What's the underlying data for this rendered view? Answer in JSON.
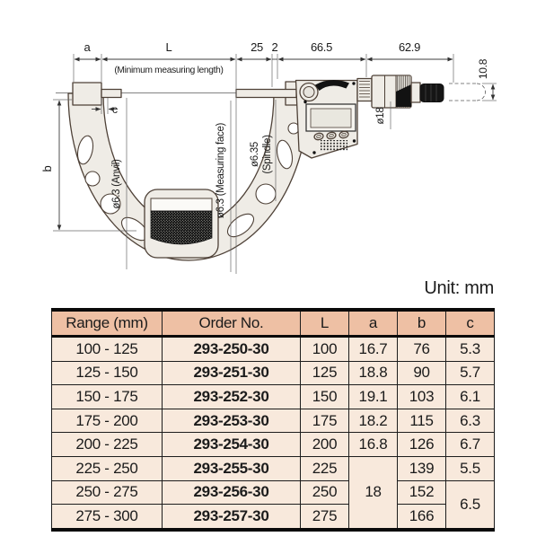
{
  "unit_label": "Unit: mm",
  "diagram": {
    "dim_a": "a",
    "dim_L": "L",
    "min_measuring": "(Minimum measuring length)",
    "dim_25": "25",
    "dim_2": "2",
    "dim_66_5": "66.5",
    "dim_62_9": "62.9",
    "dim_10_8": "10.8",
    "dim_b": "b",
    "dim_c": "c",
    "label_anvil": "ø6.3 (Anvil)",
    "label_measuring_face": "ø6.3 (Measuring face)",
    "label_spindle_dia": "ø6.35",
    "label_spindle": "(Spindle)",
    "label_phi18": "ø18"
  },
  "table": {
    "headers": [
      "Range (mm)",
      "Order No.",
      "L",
      "a",
      "b",
      "c"
    ],
    "rows": [
      [
        {
          "t": "100 - 125",
          "n": "range-cell"
        },
        {
          "t": "293-250-30",
          "n": "order-no-cell",
          "bold": true
        },
        {
          "t": "100",
          "n": "L-cell"
        },
        {
          "t": "16.7",
          "n": "a-cell"
        },
        {
          "t": "76",
          "n": "b-cell"
        },
        {
          "t": "5.3",
          "n": "c-cell"
        }
      ],
      [
        {
          "t": "125 - 150",
          "n": "range-cell"
        },
        {
          "t": "293-251-30",
          "n": "order-no-cell",
          "bold": true
        },
        {
          "t": "125",
          "n": "L-cell"
        },
        {
          "t": "18.8",
          "n": "a-cell"
        },
        {
          "t": "90",
          "n": "b-cell"
        },
        {
          "t": "5.7",
          "n": "c-cell"
        }
      ],
      [
        {
          "t": "150 - 175",
          "n": "range-cell"
        },
        {
          "t": "293-252-30",
          "n": "order-no-cell",
          "bold": true
        },
        {
          "t": "150",
          "n": "L-cell"
        },
        {
          "t": "19.1",
          "n": "a-cell"
        },
        {
          "t": "103",
          "n": "b-cell"
        },
        {
          "t": "6.1",
          "n": "c-cell"
        }
      ],
      [
        {
          "t": "175 - 200",
          "n": "range-cell"
        },
        {
          "t": "293-253-30",
          "n": "order-no-cell",
          "bold": true
        },
        {
          "t": "175",
          "n": "L-cell"
        },
        {
          "t": "18.2",
          "n": "a-cell"
        },
        {
          "t": "115",
          "n": "b-cell"
        },
        {
          "t": "6.3",
          "n": "c-cell"
        }
      ],
      [
        {
          "t": "200 - 225",
          "n": "range-cell"
        },
        {
          "t": "293-254-30",
          "n": "order-no-cell",
          "bold": true
        },
        {
          "t": "200",
          "n": "L-cell"
        },
        {
          "t": "16.8",
          "n": "a-cell"
        },
        {
          "t": "126",
          "n": "b-cell"
        },
        {
          "t": "6.7",
          "n": "c-cell"
        }
      ],
      [
        {
          "t": "225 - 250",
          "n": "range-cell"
        },
        {
          "t": "293-255-30",
          "n": "order-no-cell",
          "bold": true
        },
        {
          "t": "225",
          "n": "L-cell"
        },
        {
          "t": "18",
          "n": "a-cell",
          "rowspan": 3
        },
        {
          "t": "139",
          "n": "b-cell"
        },
        {
          "t": "5.5",
          "n": "c-cell"
        }
      ],
      [
        {
          "t": "250 - 275",
          "n": "range-cell"
        },
        {
          "t": "293-256-30",
          "n": "order-no-cell",
          "bold": true
        },
        {
          "t": "250",
          "n": "L-cell"
        },
        {
          "t": "152",
          "n": "b-cell"
        },
        {
          "t": "6.5",
          "n": "c-cell",
          "rowspan": 2
        }
      ],
      [
        {
          "t": "275 - 300",
          "n": "range-cell"
        },
        {
          "t": "293-257-30",
          "n": "order-no-cell",
          "bold": true
        },
        {
          "t": "275",
          "n": "L-cell"
        },
        {
          "t": "166",
          "n": "b-cell"
        }
      ]
    ]
  },
  "colors": {
    "header_bg": "#eec0a4",
    "row_bg": "#f8e9dc",
    "table_border": "#1d1d1d",
    "drawing_fill": "#efece6",
    "drawing_stroke": "#4e4137"
  }
}
